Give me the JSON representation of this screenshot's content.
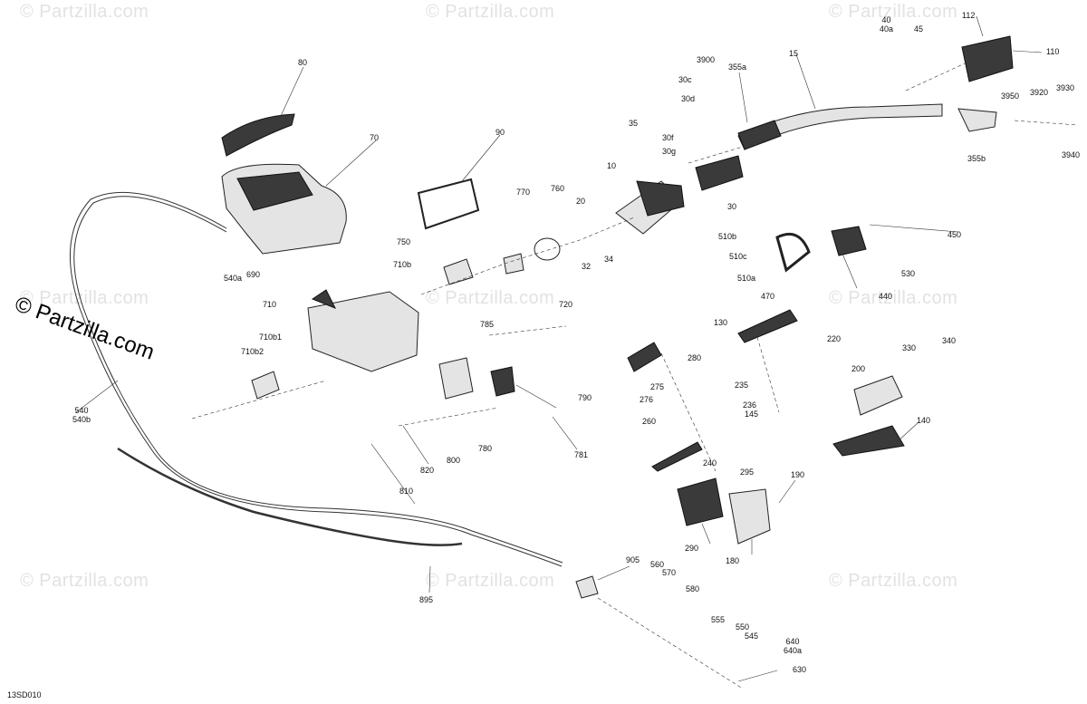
{
  "watermarks": {
    "main": "© Partzilla.com",
    "faint": "© Partzilla.com"
  },
  "diagram_code": "13SD010",
  "labels": [
    {
      "id": "80",
      "text": "80"
    },
    {
      "id": "70",
      "text": "70"
    },
    {
      "id": "90",
      "text": "90"
    },
    {
      "id": "10",
      "text": "10"
    },
    {
      "id": "35",
      "text": "35"
    },
    {
      "id": "3900",
      "text": "3900"
    },
    {
      "id": "30c",
      "text": "30c"
    },
    {
      "id": "30d",
      "text": "30d"
    },
    {
      "id": "30f",
      "text": "30f"
    },
    {
      "id": "30g",
      "text": "30g"
    },
    {
      "id": "30",
      "text": "30"
    },
    {
      "id": "355a",
      "text": "355a"
    },
    {
      "id": "15",
      "text": "15"
    },
    {
      "id": "40-40a",
      "text": "40\n40a"
    },
    {
      "id": "45",
      "text": "45"
    },
    {
      "id": "112",
      "text": "112"
    },
    {
      "id": "110",
      "text": "110"
    },
    {
      "id": "3950",
      "text": "3950"
    },
    {
      "id": "3920",
      "text": "3920"
    },
    {
      "id": "3930",
      "text": "3930"
    },
    {
      "id": "3940",
      "text": "3940"
    },
    {
      "id": "355b",
      "text": "355b"
    },
    {
      "id": "770",
      "text": "770"
    },
    {
      "id": "760",
      "text": "760"
    },
    {
      "id": "20",
      "text": "20"
    },
    {
      "id": "750",
      "text": "750"
    },
    {
      "id": "32",
      "text": "32"
    },
    {
      "id": "34",
      "text": "34"
    },
    {
      "id": "720",
      "text": "720"
    },
    {
      "id": "540a",
      "text": "540a"
    },
    {
      "id": "690",
      "text": "690"
    },
    {
      "id": "710b",
      "text": "710b"
    },
    {
      "id": "710",
      "text": "710"
    },
    {
      "id": "710b1",
      "text": "710b1"
    },
    {
      "id": "710b2",
      "text": "710b2"
    },
    {
      "id": "785",
      "text": "785"
    },
    {
      "id": "790",
      "text": "790"
    },
    {
      "id": "780",
      "text": "780"
    },
    {
      "id": "781",
      "text": "781"
    },
    {
      "id": "800",
      "text": "800"
    },
    {
      "id": "820",
      "text": "820"
    },
    {
      "id": "810",
      "text": "810"
    },
    {
      "id": "540-540b",
      "text": "540\n540b"
    },
    {
      "id": "510b",
      "text": "510b"
    },
    {
      "id": "510c",
      "text": "510c"
    },
    {
      "id": "510a",
      "text": "510a"
    },
    {
      "id": "470",
      "text": "470"
    },
    {
      "id": "450",
      "text": "450"
    },
    {
      "id": "530",
      "text": "530"
    },
    {
      "id": "440",
      "text": "440"
    },
    {
      "id": "130",
      "text": "130"
    },
    {
      "id": "280",
      "text": "280"
    },
    {
      "id": "220",
      "text": "220"
    },
    {
      "id": "330",
      "text": "330"
    },
    {
      "id": "340",
      "text": "340"
    },
    {
      "id": "200",
      "text": "200"
    },
    {
      "id": "235",
      "text": "235"
    },
    {
      "id": "236",
      "text": "236"
    },
    {
      "id": "145",
      "text": "145"
    },
    {
      "id": "275",
      "text": "275"
    },
    {
      "id": "276",
      "text": "276"
    },
    {
      "id": "260",
      "text": "260"
    },
    {
      "id": "240",
      "text": "240"
    },
    {
      "id": "295",
      "text": "295"
    },
    {
      "id": "140",
      "text": "140"
    },
    {
      "id": "190",
      "text": "190"
    },
    {
      "id": "290",
      "text": "290"
    },
    {
      "id": "180",
      "text": "180"
    },
    {
      "id": "905",
      "text": "905"
    },
    {
      "id": "560",
      "text": "560"
    },
    {
      "id": "570",
      "text": "570"
    },
    {
      "id": "580",
      "text": "580"
    },
    {
      "id": "555",
      "text": "555"
    },
    {
      "id": "550",
      "text": "550"
    },
    {
      "id": "545",
      "text": "545"
    },
    {
      "id": "640-640a",
      "text": "640\n640a"
    },
    {
      "id": "630",
      "text": "630"
    },
    {
      "id": "895",
      "text": "895"
    }
  ]
}
